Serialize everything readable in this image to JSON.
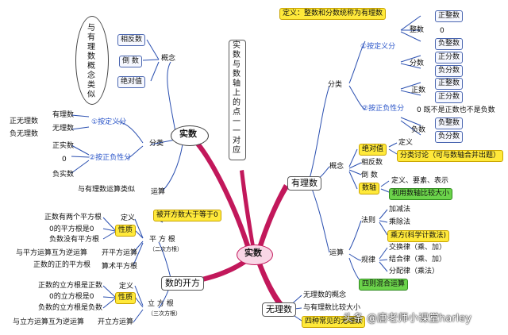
{
  "center": "实数",
  "real": {
    "title": "实数",
    "concept": "概念",
    "concept_items": [
      "相反数",
      "倒 数",
      "绝对值"
    ],
    "vertical_note": "与有理数概念类似",
    "classify": "分类",
    "by_def": "①按定义分",
    "by_def_items": [
      "有理数",
      "无理数"
    ],
    "by_def_sub": [
      "正无理数",
      "负无理数"
    ],
    "by_sign": "②按正负性分",
    "by_sign_items": [
      "正实数",
      "0",
      "负实数"
    ],
    "ops": "运算",
    "ops_item": "与有理数运算类似"
  },
  "mid_vertical": "实数与数轴上的点一一对应",
  "rational": {
    "title": "有理数",
    "def_banner": "定义：整数和分数统称为有理数",
    "classify": "分类",
    "by_def": "①按定义分",
    "int": "整数",
    "int_items": [
      "正整数",
      "0",
      "负整数"
    ],
    "frac": "分数",
    "frac_items": [
      "正分数",
      "负分数"
    ],
    "by_sign": "②按正负性分",
    "pos": "正数",
    "pos_items": [
      "正整数",
      "正分数"
    ],
    "zero_note": "0 既不是正数也不是负数",
    "neg": "负数",
    "neg_items": [
      "负整数",
      "负分数"
    ],
    "concept": "概念",
    "abs": "绝对值",
    "abs_def": "定义",
    "abs_discuss": "分类讨论（可与数轴合并出题）",
    "opp": "相反数",
    "recip": "倒 数",
    "axis": "数轴",
    "axis_items": [
      "定义、要素、表示",
      "利用数轴比较大小"
    ],
    "ops": "运算",
    "rules": "法则",
    "rule_items": [
      "加减法",
      "乘除法",
      "乘方(科学计数法)"
    ],
    "laws": "规律",
    "law_items": [
      "交换律（乘、加）",
      "结合律（乘、加）",
      "分配律（乘法）"
    ],
    "mixed": "四则混合运算"
  },
  "irrational": {
    "title": "无理数",
    "items": [
      "无理数的概念",
      "与有理数比较大小",
      "四种常见的无理数"
    ]
  },
  "roots": {
    "title": "数的开方",
    "square": "平 方 根",
    "square_sub": "（二次方根）",
    "square_banner": "被开方数大于等于0",
    "sq_def": "定义",
    "sq_prop": "性质",
    "sq_prop_items": [
      "正数有两个平方根",
      "0的平方根是0",
      "负数没有平方根"
    ],
    "sq_op1": "开平方运算",
    "sq_op1_note": "与平方运算互为逆运算",
    "sq_op2": "算术平方根",
    "sq_op2_note": "正数的正的平方根",
    "cube": "立 方 根",
    "cube_sub": "（三次方根）",
    "cu_def": "定义",
    "cu_prop": "性质",
    "cu_prop_items": [
      "正数的立方根是正数",
      "0的立方根是0",
      "负数的立方根是负数"
    ],
    "cu_op": "开立方运算",
    "cu_op_note": "与立方运算互为逆运算"
  },
  "watermark": "头条 @唐老师小课堂harley",
  "colors": {
    "branch": "#c2185b",
    "line": "#2a4fb0",
    "yellow": "#ffe93a",
    "green": "#6bd34a"
  }
}
